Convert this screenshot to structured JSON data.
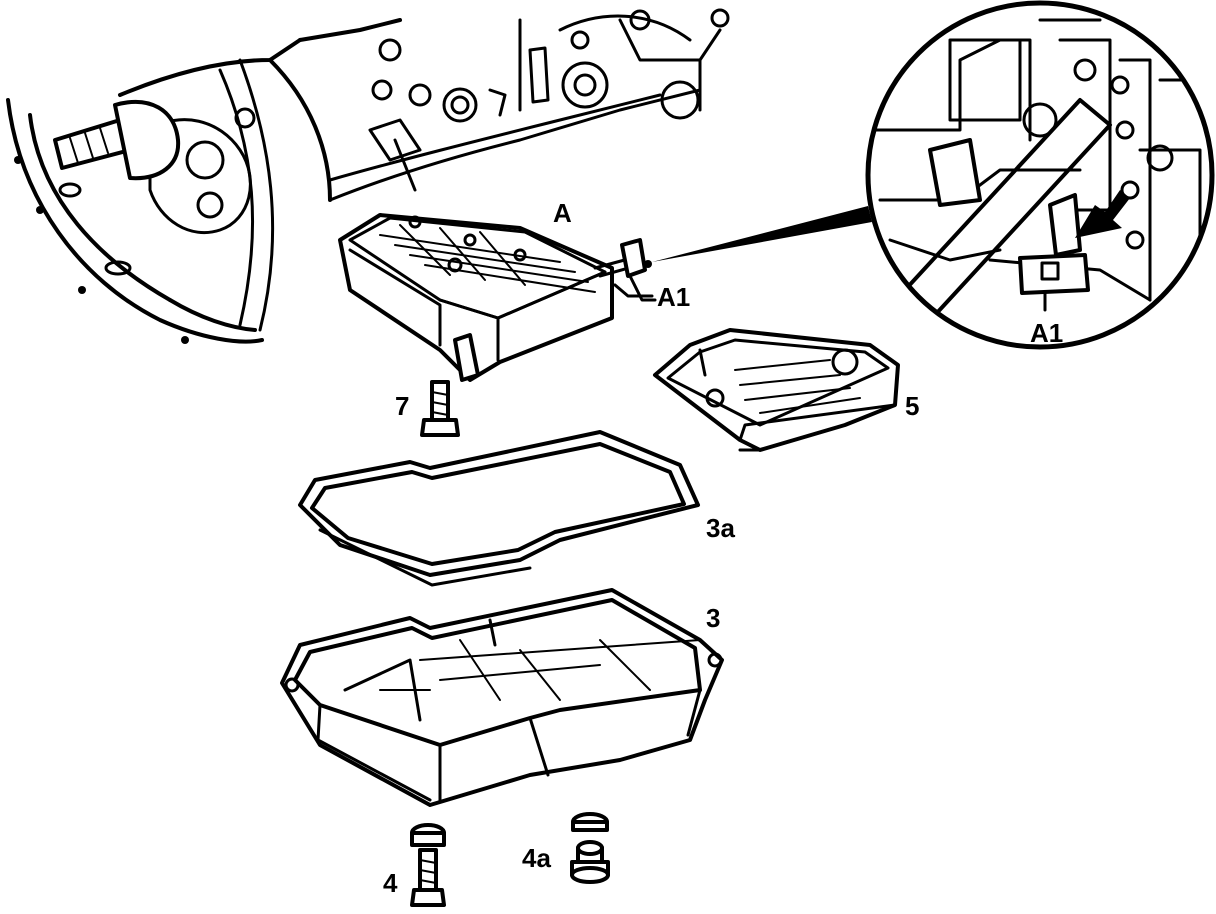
{
  "diagram": {
    "labels": {
      "valve_body": "A",
      "connector_main": "A1",
      "connector_inset": "A1",
      "bolt": "7",
      "filter": "5",
      "gasket": "3a",
      "oil_pan": "3",
      "drain_bolt": "4",
      "drain_plugs": "4a"
    }
  }
}
